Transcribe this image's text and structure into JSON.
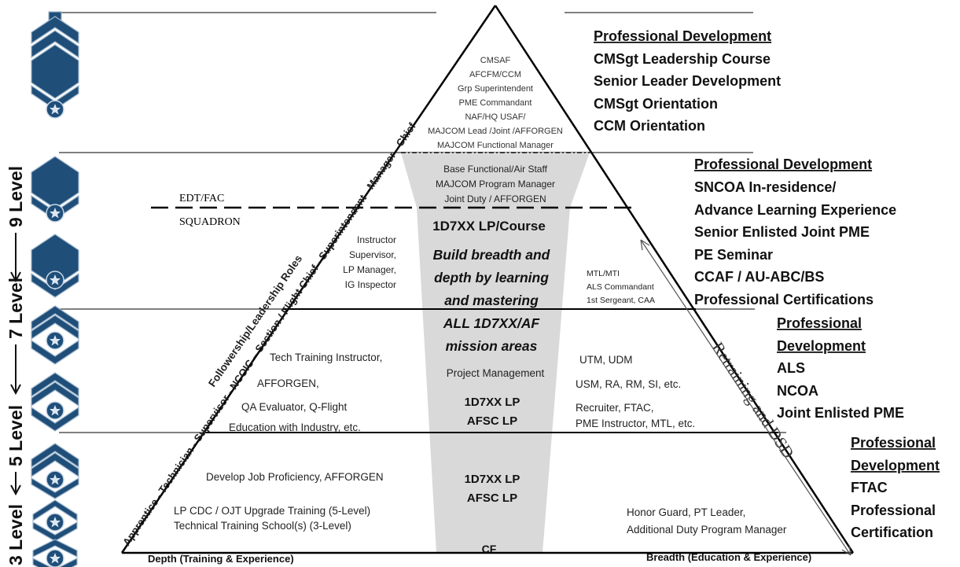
{
  "apex_roles": [
    "CMSAF",
    "AFCFM/CCM",
    "Grp Superintendent",
    "PME Commandant",
    "NAF/HQ USAF/",
    "MAJCOM  Lead /Joint /AFFORGEN",
    "MAJCOM  Functional Manager"
  ],
  "upper_box": [
    "Base Functional/Air Staff",
    "MAJCOM  Program Manager",
    "Joint Duty / AFFORGEN"
  ],
  "divider": {
    "top": "EDT/FAC",
    "bottom": "SQUADRON"
  },
  "center": {
    "lp_course": "1D7XX LP/Course",
    "build_lines": [
      "Build breadth and",
      "depth by learning",
      "and mastering",
      "ALL 1D7XX/AF",
      "mission areas"
    ],
    "project_management": "Project Management",
    "mid_lp": [
      "1D7XX LP",
      "AFSC LP"
    ],
    "low_lp": [
      "1D7XX LP",
      "AFSC LP"
    ],
    "cf": "CF"
  },
  "left_roles": {
    "band7": [
      "Instructor",
      "Supervisor,",
      "LP Manager,",
      "IG Inspector"
    ],
    "band5": [
      "Tech Training Instructor,",
      "AFFORGEN,",
      "QA Evaluator, Q-Flight",
      "Education with Industry, etc."
    ],
    "band3": [
      "Develop Job Proficiency, AFFORGEN",
      "LP CDC / OJT Upgrade Training (5-Level)",
      "Technical Training School(s) (3-Level)"
    ]
  },
  "right_roles": {
    "band7": [
      "MTL/MTI",
      "ALS Commandant",
      "1st Sergeant, CAA"
    ],
    "band5": [
      "UTM, UDM",
      "USM, RA, RM, SI, etc.",
      "Recruiter, FTAC,",
      "PME Instructor, MTL, etc."
    ],
    "band3": [
      "Honor Guard, PT Leader,",
      "Additional Duty Program Manager"
    ]
  },
  "left_slope_text": "Apprentice - Technician - Supervisor - NCOIC – Section / Flight Chief - Superintendent - Manager - Chief",
  "followership_text": "Followership/Leadership Roles",
  "retraining_text": "Retraining and DSD",
  "axis": {
    "left": "Depth (Training & Experience)",
    "right": "Breadth (Education & Experience)"
  },
  "levels": {
    "nine": "9 Level",
    "seven": "7 Level",
    "five": "5 Level",
    "three": "3 Level"
  },
  "professional_development": [
    {
      "heading": [
        "Professional Development"
      ],
      "items": [
        "CMSgt Leadership Course",
        "Senior Leader Development",
        "CMSgt Orientation",
        "CCM Orientation"
      ]
    },
    {
      "heading": [
        "Professional Development"
      ],
      "items": [
        "SNCOA In-residence/",
        "Advance Learning Experience",
        "Senior Enlisted Joint PME",
        "PE Seminar",
        "CCAF / AU-ABC/BS",
        "Professional Certifications"
      ]
    },
    {
      "heading": [
        "Professional",
        "Development"
      ],
      "items": [
        "ALS",
        "NCOA",
        "Joint Enlisted PME"
      ]
    },
    {
      "heading": [
        "Professional",
        "Development"
      ],
      "items": [
        "FTAC",
        "Professional",
        "Certification"
      ]
    }
  ],
  "colors": {
    "chevron_blue": "#1f4e79",
    "chevron_light": "#dbe7f3",
    "center_band": "#d9d9d9",
    "lines": "#000000"
  },
  "insignia_icons": [
    "cmsgt-chevron-icon",
    "smsgt-chevron-icon",
    "msgt-chevron-icon",
    "tsgt-chevron-icon",
    "ssgt-chevron-icon",
    "sra-chevron-icon",
    "a1c-chevron-icon",
    "amn-chevron-icon"
  ]
}
